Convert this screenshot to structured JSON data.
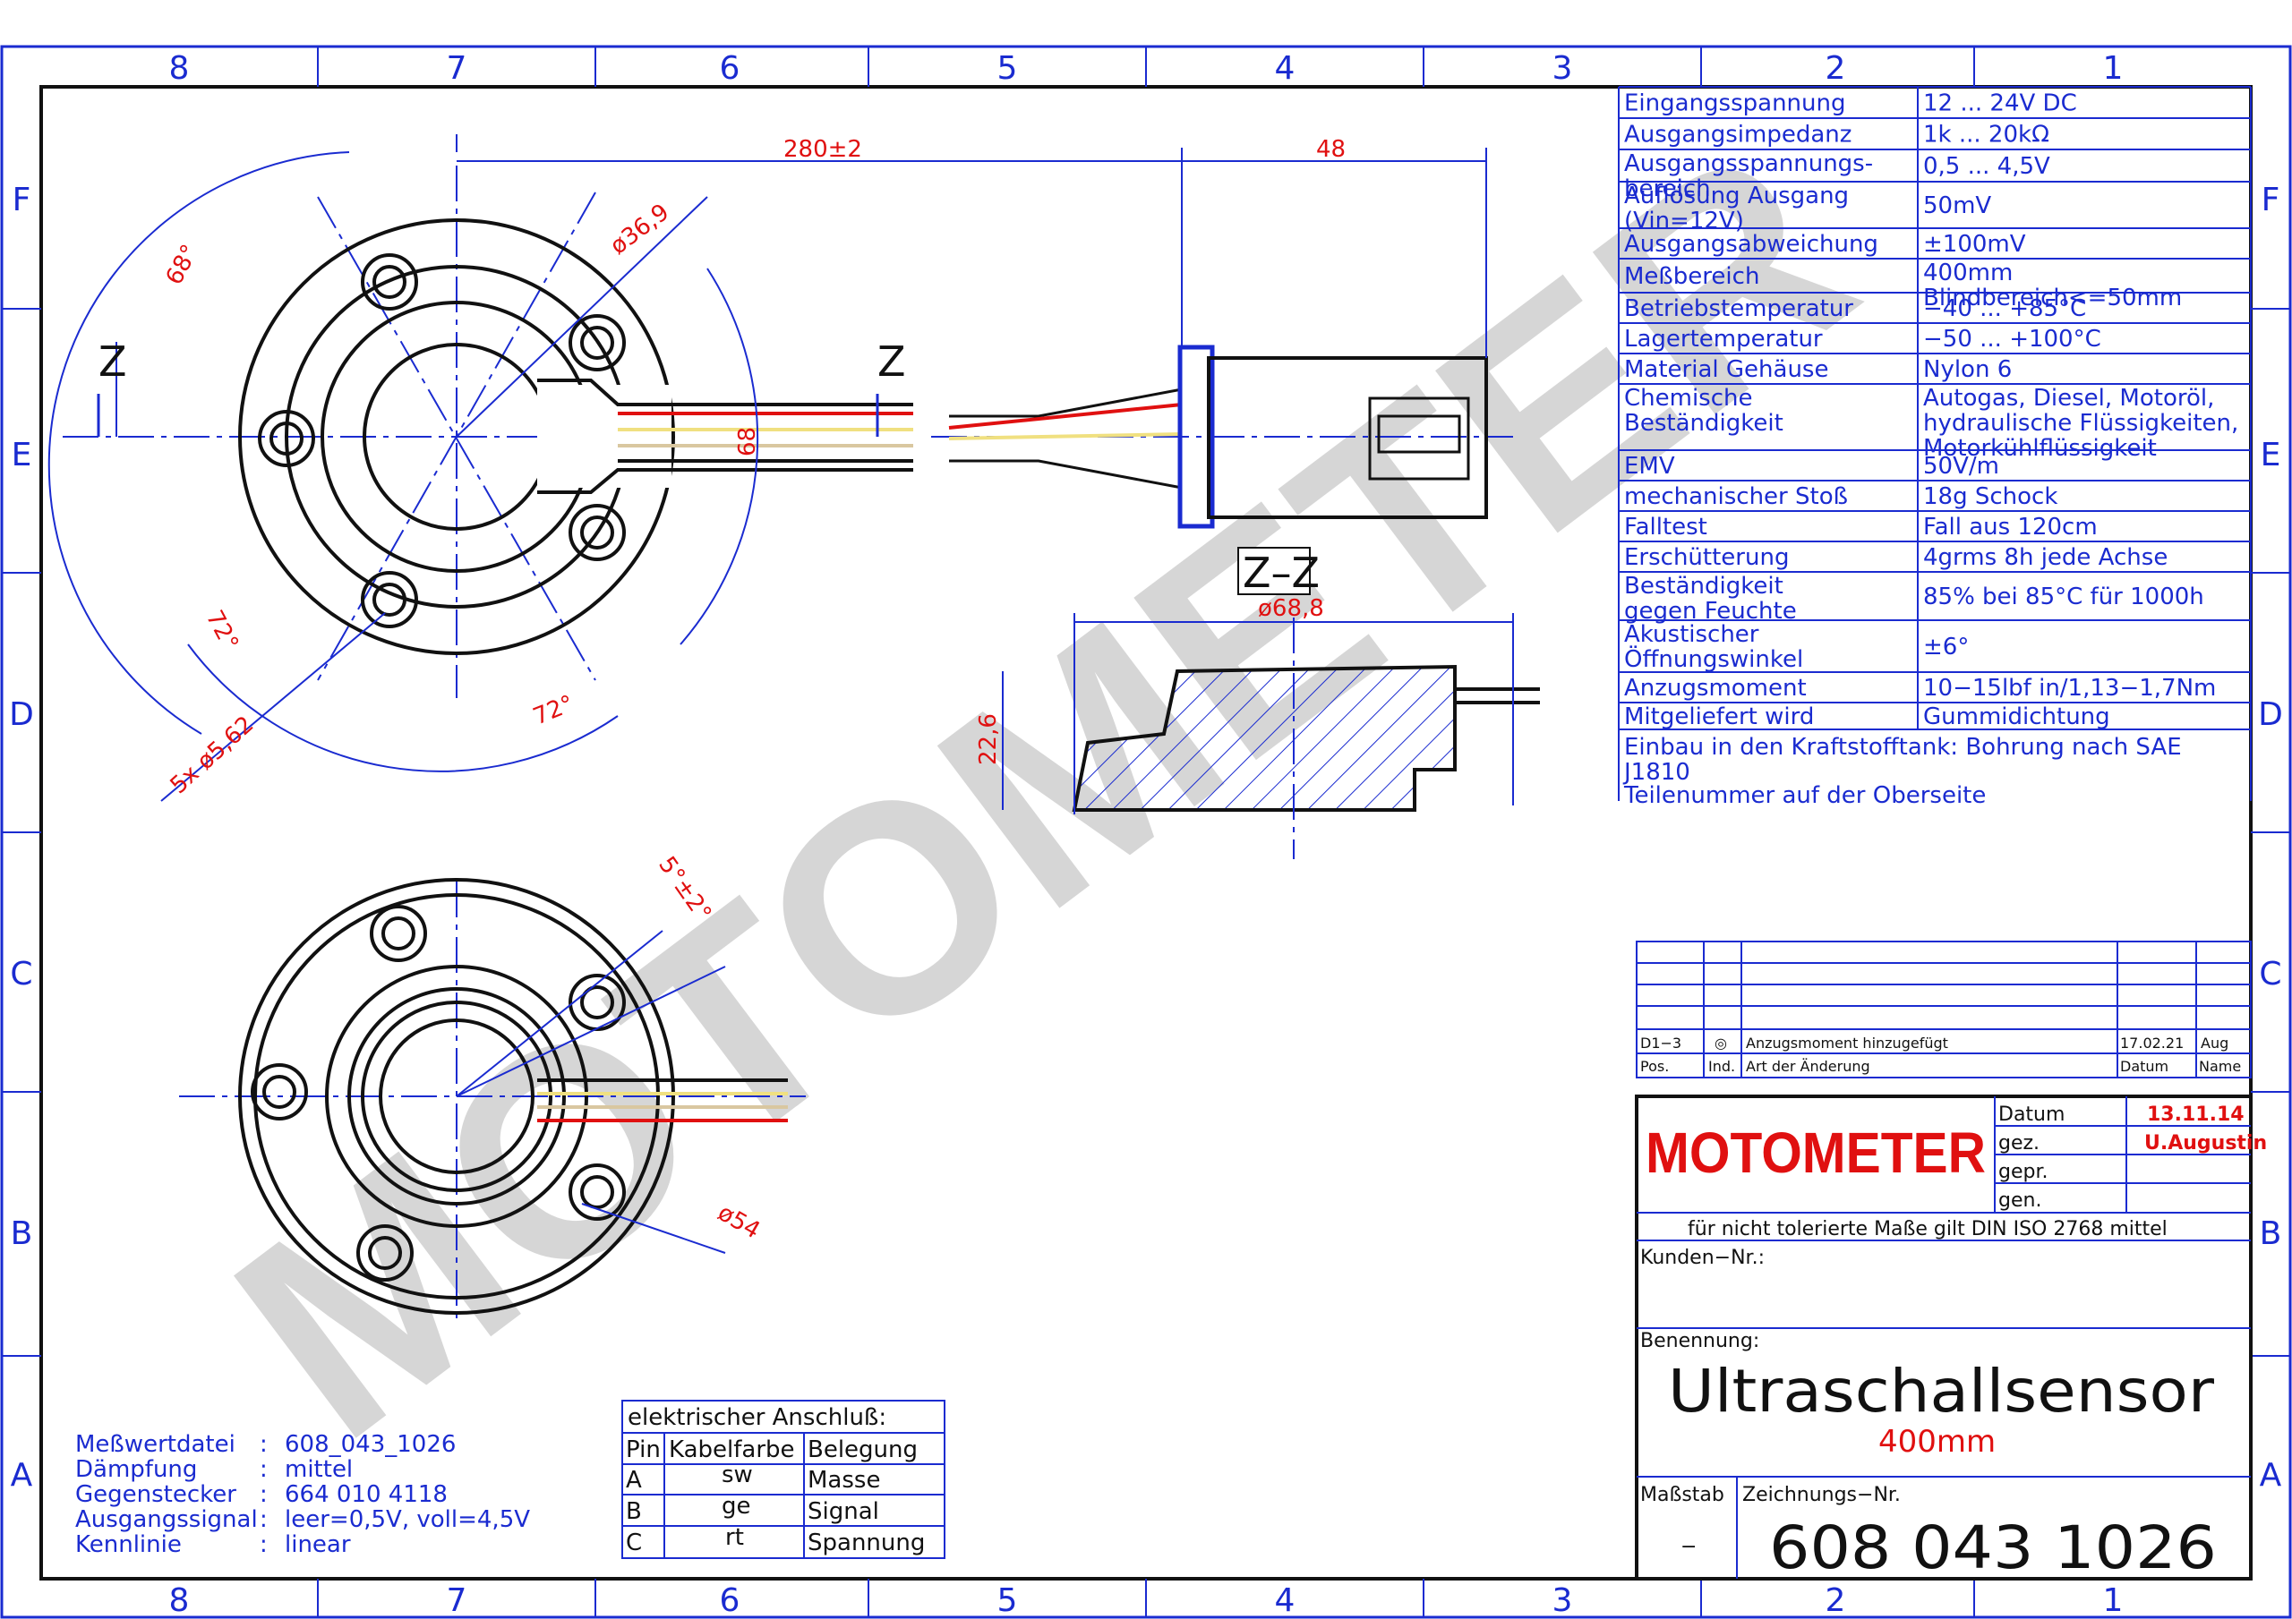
{
  "colors": {
    "frame": "#1a2bd0",
    "line": "#111111",
    "dim": "#e01010",
    "watermark": "#c8c8c8",
    "logo": "#e01010"
  },
  "grid": {
    "columns": [
      "8",
      "7",
      "6",
      "5",
      "4",
      "3",
      "2",
      "1"
    ],
    "rows": [
      "F",
      "E",
      "D",
      "C",
      "B",
      "A"
    ]
  },
  "watermark": "MOTOMETER",
  "views": {
    "section_label": "Z",
    "section_title": "Z–Z"
  },
  "dimensions": {
    "length": "280±2",
    "connector": "48",
    "dia_369": "ø36,9",
    "dia_68": "68",
    "angle_68": "68°",
    "angle_72a": "72°",
    "angle_72b": "72°",
    "holes": "5x ø5,62",
    "dia_688": "ø68,8",
    "height": "22,6",
    "angle_5": "5°±2°",
    "dia_54": "ø54"
  },
  "specs": [
    {
      "label": "Eingangsspannung",
      "value": "12 ... 24V DC"
    },
    {
      "label": "Ausgangsimpedanz",
      "value": "1k ... 20kΩ"
    },
    {
      "label": "Ausgangsspannungs-\nbereich",
      "value": "0,5 ... 4,5V"
    },
    {
      "label": "Auflösung Ausgang\n(Vin=12V)",
      "value": "50mV"
    },
    {
      "label": "Ausgangsabweichung",
      "value": "±100mV"
    },
    {
      "label": "Meßbereich",
      "value": "400mm\nBlindbereich<=50mm"
    },
    {
      "label": "Betriebstemperatur",
      "value": "−40 ... +85°C"
    },
    {
      "label": "Lagertemperatur",
      "value": "−50 ... +100°C"
    },
    {
      "label": "Material Gehäuse",
      "value": "Nylon 6"
    },
    {
      "label": "Chemische\nBeständigkeit",
      "value": "Autogas, Diesel, Motoröl,\nhydraulische Flüssigkeiten,\nMotorkühlflüssigkeit"
    },
    {
      "label": "EMV",
      "value": "50V/m"
    },
    {
      "label": "mechanischer Stoß",
      "value": "18g Schock"
    },
    {
      "label": "Falltest",
      "value": "Fall aus 120cm"
    },
    {
      "label": "Erschütterung",
      "value": "4grms 8h jede Achse"
    },
    {
      "label": "Beständigkeit\ngegen Feuchte",
      "value": "85% bei 85°C für 1000h"
    },
    {
      "label": "Akustischer\nÖffnungswinkel",
      "value": "±6°"
    },
    {
      "label": "Anzugsmoment",
      "value": "10−15lbf in/1,13−1,7Nm"
    },
    {
      "label": "Mitgeliefert wird",
      "value": "Gummidichtung"
    }
  ],
  "notes": [
    "Einbau in den Kraftstofftank: Bohrung nach SAE\nJ1810",
    "Teilenummer auf der Oberseite"
  ],
  "revision": {
    "row": {
      "pos": "D1−3",
      "ind": "◎",
      "change": "Anzugsmoment hinzugefügt",
      "date": "17.02.21",
      "name": "Aug"
    },
    "headers": {
      "pos": "Pos.",
      "ind": "Ind.",
      "change": "Art der Änderung",
      "date": "Datum",
      "name": "Name"
    }
  },
  "titleblock": {
    "logo": "MOTOMETER",
    "datum_label": "Datum",
    "datum": "13.11.14",
    "gez_label": "gez.",
    "gez": "U.Augustin",
    "gepr_label": "gepr.",
    "gen_label": "gen.",
    "tolerance": "für nicht tolerierte Maße gilt DIN ISO 2768 mittel",
    "kunden_label": "Kunden−Nr.:",
    "benennung_label": "Benennung:",
    "title": "Ultraschallsensor",
    "subtitle": "400mm",
    "massstab_label": "Maßstab",
    "massstab": "−",
    "zeichnung_label": "Zeichnungs−Nr.",
    "zeichnung": "608 043 1026"
  },
  "connection": {
    "title": "elektrischer Anschluß:",
    "headers": [
      "Pin",
      "Kabelfarbe",
      "Belegung"
    ],
    "rows": [
      [
        "A",
        "sw",
        "Masse"
      ],
      [
        "B",
        "ge",
        "Signal"
      ],
      [
        "C",
        "rt",
        "Spannung"
      ]
    ]
  },
  "info": [
    {
      "label": "Meßwertdatei",
      "value": "608_043_1026"
    },
    {
      "label": "Dämpfung",
      "value": "mittel"
    },
    {
      "label": "Gegenstecker",
      "value": "664 010 4118"
    },
    {
      "label": "Ausgangssignal",
      "value": "leer=0,5V, voll=4,5V"
    },
    {
      "label": "Kennlinie",
      "value": "linear"
    }
  ]
}
